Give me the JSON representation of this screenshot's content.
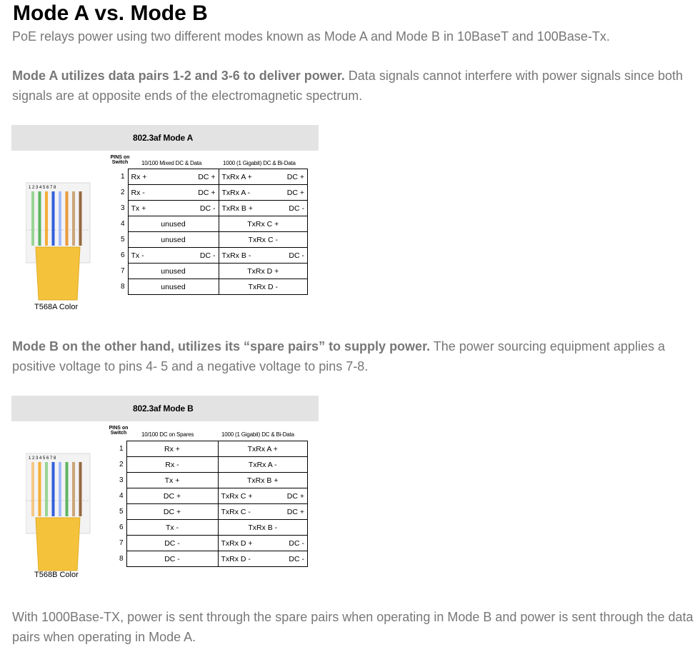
{
  "title": "Mode A vs. Mode B",
  "intro": "PoE relays power using two different modes known as Mode A and Mode B in 10BaseT and 100Base-Tx.",
  "mode_a": {
    "lead": "Mode A utilizes data pairs 1-2 and 3-6 to deliver power.",
    "rest": " Data signals cannot interfere with power signals since both signals are at opposite ends of the electromagnetic spectrum.",
    "figure": {
      "title": "802.3af Mode A",
      "pins_header": "PINS on Switch",
      "col1_header": "10/100 Mixed DC & Data",
      "col2_header": "1000 (1 Gigabit) DC & Bi-Data",
      "connector_label": "T568A Color",
      "connector_digits": "1 2 3 4 5 6 7 8",
      "rows": [
        {
          "pin": "1",
          "c1a": "Rx +",
          "c1b": "DC +",
          "c2a": "TxRx A +",
          "c2b": "DC +"
        },
        {
          "pin": "2",
          "c1a": "Rx -",
          "c1b": "DC +",
          "c2a": "TxRx A -",
          "c2b": "DC +"
        },
        {
          "pin": "3",
          "c1a": "Tx +",
          "c1b": "DC -",
          "c2a": "TxRx B +",
          "c2b": "DC -"
        },
        {
          "pin": "4",
          "c1": "unused",
          "c2": "TxRx C +"
        },
        {
          "pin": "5",
          "c1": "unused",
          "c2": "TxRx C -"
        },
        {
          "pin": "6",
          "c1a": "Tx -",
          "c1b": "DC -",
          "c2a": "TxRx B -",
          "c2b": "DC -"
        },
        {
          "pin": "7",
          "c1": "unused",
          "c2": "TxRx D +"
        },
        {
          "pin": "8",
          "c1": "unused",
          "c2": "TxRx D -"
        }
      ]
    }
  },
  "mode_b": {
    "lead": "Mode B on the other hand, utilizes its “spare pairs” to supply power.",
    "rest": " The power sourcing equipment applies a positive voltage to pins 4- 5 and a negative voltage to pins 7-8.",
    "figure": {
      "title": "802.3af Mode B",
      "pins_header": "PINS on Switch",
      "col1_header": "10/100 DC on Spares",
      "col2_header": "1000 (1 Gigabit) DC & Bi-Data",
      "connector_label": "T568B Color",
      "connector_digits": "1 2 3 4 5 6 7 8",
      "rows": [
        {
          "pin": "1",
          "c1": "Rx +",
          "c2": "TxRx A +"
        },
        {
          "pin": "2",
          "c1": "Rx -",
          "c2": "TxRx A -"
        },
        {
          "pin": "3",
          "c1": "Tx +",
          "c2": "TxRx B +"
        },
        {
          "pin": "4",
          "c1": "DC +",
          "c2a": "TxRx C +",
          "c2b": "DC +"
        },
        {
          "pin": "5",
          "c1": "DC +",
          "c2a": "TxRx C -",
          "c2b": "DC +"
        },
        {
          "pin": "6",
          "c1": "Tx -",
          "c2": "TxRx B -"
        },
        {
          "pin": "7",
          "c1": "DC -",
          "c2a": "TxRx D +",
          "c2b": "DC -"
        },
        {
          "pin": "8",
          "c1": "DC -",
          "c2a": "TxRx D -",
          "c2b": "DC -"
        }
      ]
    }
  },
  "outro": "With 1000Base-TX, power is sent through the spare pairs when operating in Mode B and power is sent through the data pairs when operating in Mode A.",
  "colors": {
    "text_gray": "#777777",
    "header_bar": "#e3e3e3",
    "connector_yellow": "#f5c33b",
    "wire_a": [
      "#8fd18a",
      "#4caf50",
      "#f5a623",
      "#1e4fd8",
      "#9ab6ff",
      "#e8902a",
      "#c69c6d",
      "#8b5a2b"
    ],
    "wire_b": [
      "#f5c27a",
      "#f5a623",
      "#8fd18a",
      "#1e4fd8",
      "#9ab6ff",
      "#4caf50",
      "#c69c6d",
      "#8b5a2b"
    ]
  }
}
